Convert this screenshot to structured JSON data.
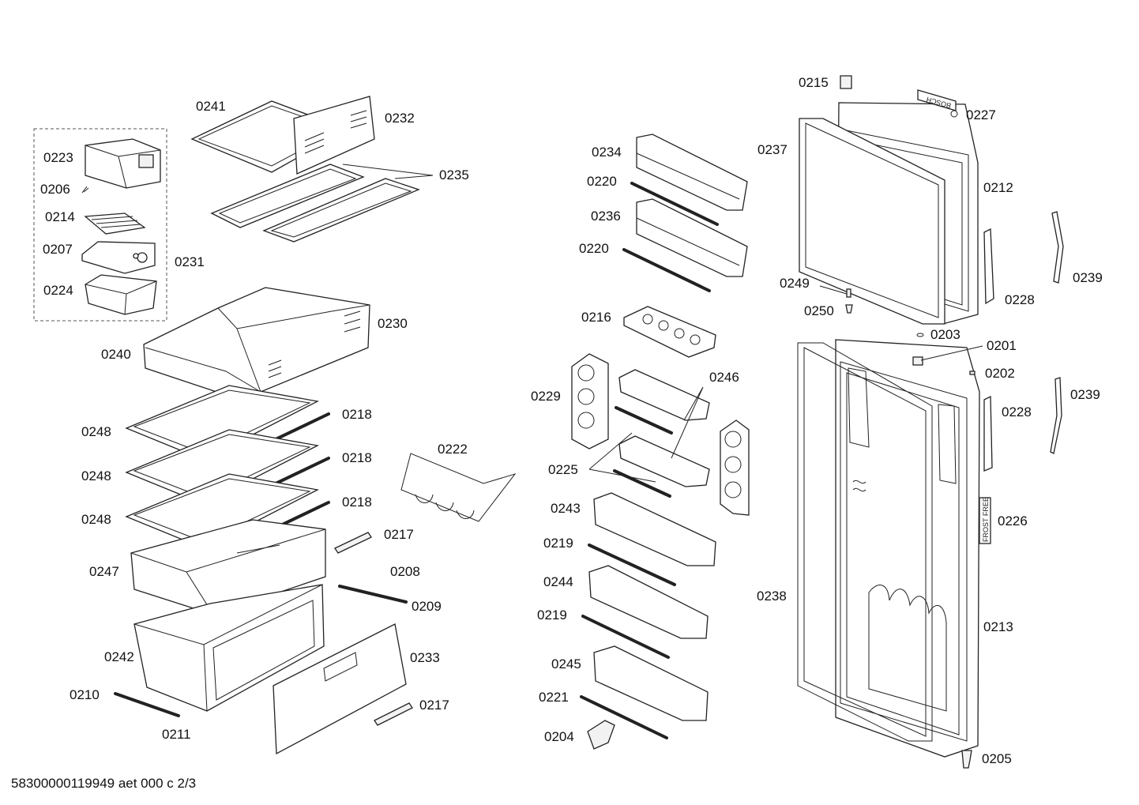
{
  "labels": {
    "l0241": "0241",
    "l0232": "0232",
    "l0223": "0223",
    "l0206": "0206",
    "l0235": "0235",
    "l0214": "0214",
    "l0207": "0207",
    "l0231": "0231",
    "l0224": "0224",
    "l0230": "0230",
    "l0240": "0240",
    "l0248a": "0248",
    "l0218a": "0218",
    "l0248b": "0248",
    "l0218b": "0218",
    "l0222": "0222",
    "l0248c": "0248",
    "l0218c": "0218",
    "l0217a": "0217",
    "l0247": "0247",
    "l0208": "0208",
    "l0209": "0209",
    "l0242": "0242",
    "l0233": "0233",
    "l0210": "0210",
    "l0217b": "0217",
    "l0211": "0211",
    "l0234": "0234",
    "l0220a": "0220",
    "l0236": "0236",
    "l0220b": "0220",
    "l0216": "0216",
    "l0229": "0229",
    "l0246": "0246",
    "l0225": "0225",
    "l0243": "0243",
    "l0219a": "0219",
    "l0244": "0244",
    "l0219b": "0219",
    "l0245": "0245",
    "l0221": "0221",
    "l0204": "0204",
    "l0215": "0215",
    "l0227": "0227",
    "l0237": "0237",
    "l0212": "0212",
    "l0249": "0249",
    "l0250": "0250",
    "l0228a": "0228",
    "l0239a": "0239",
    "l0203": "0203",
    "l0201": "0201",
    "l0202": "0202",
    "l0228b": "0228",
    "l0239b": "0239",
    "l0226": "0226",
    "l0238": "0238",
    "l0213": "0213",
    "l0205": "0205"
  },
  "brand_text": "BOSCH",
  "panel_text": "FROST FREE",
  "footer": "58300000119949 aet 000 c 2/3"
}
